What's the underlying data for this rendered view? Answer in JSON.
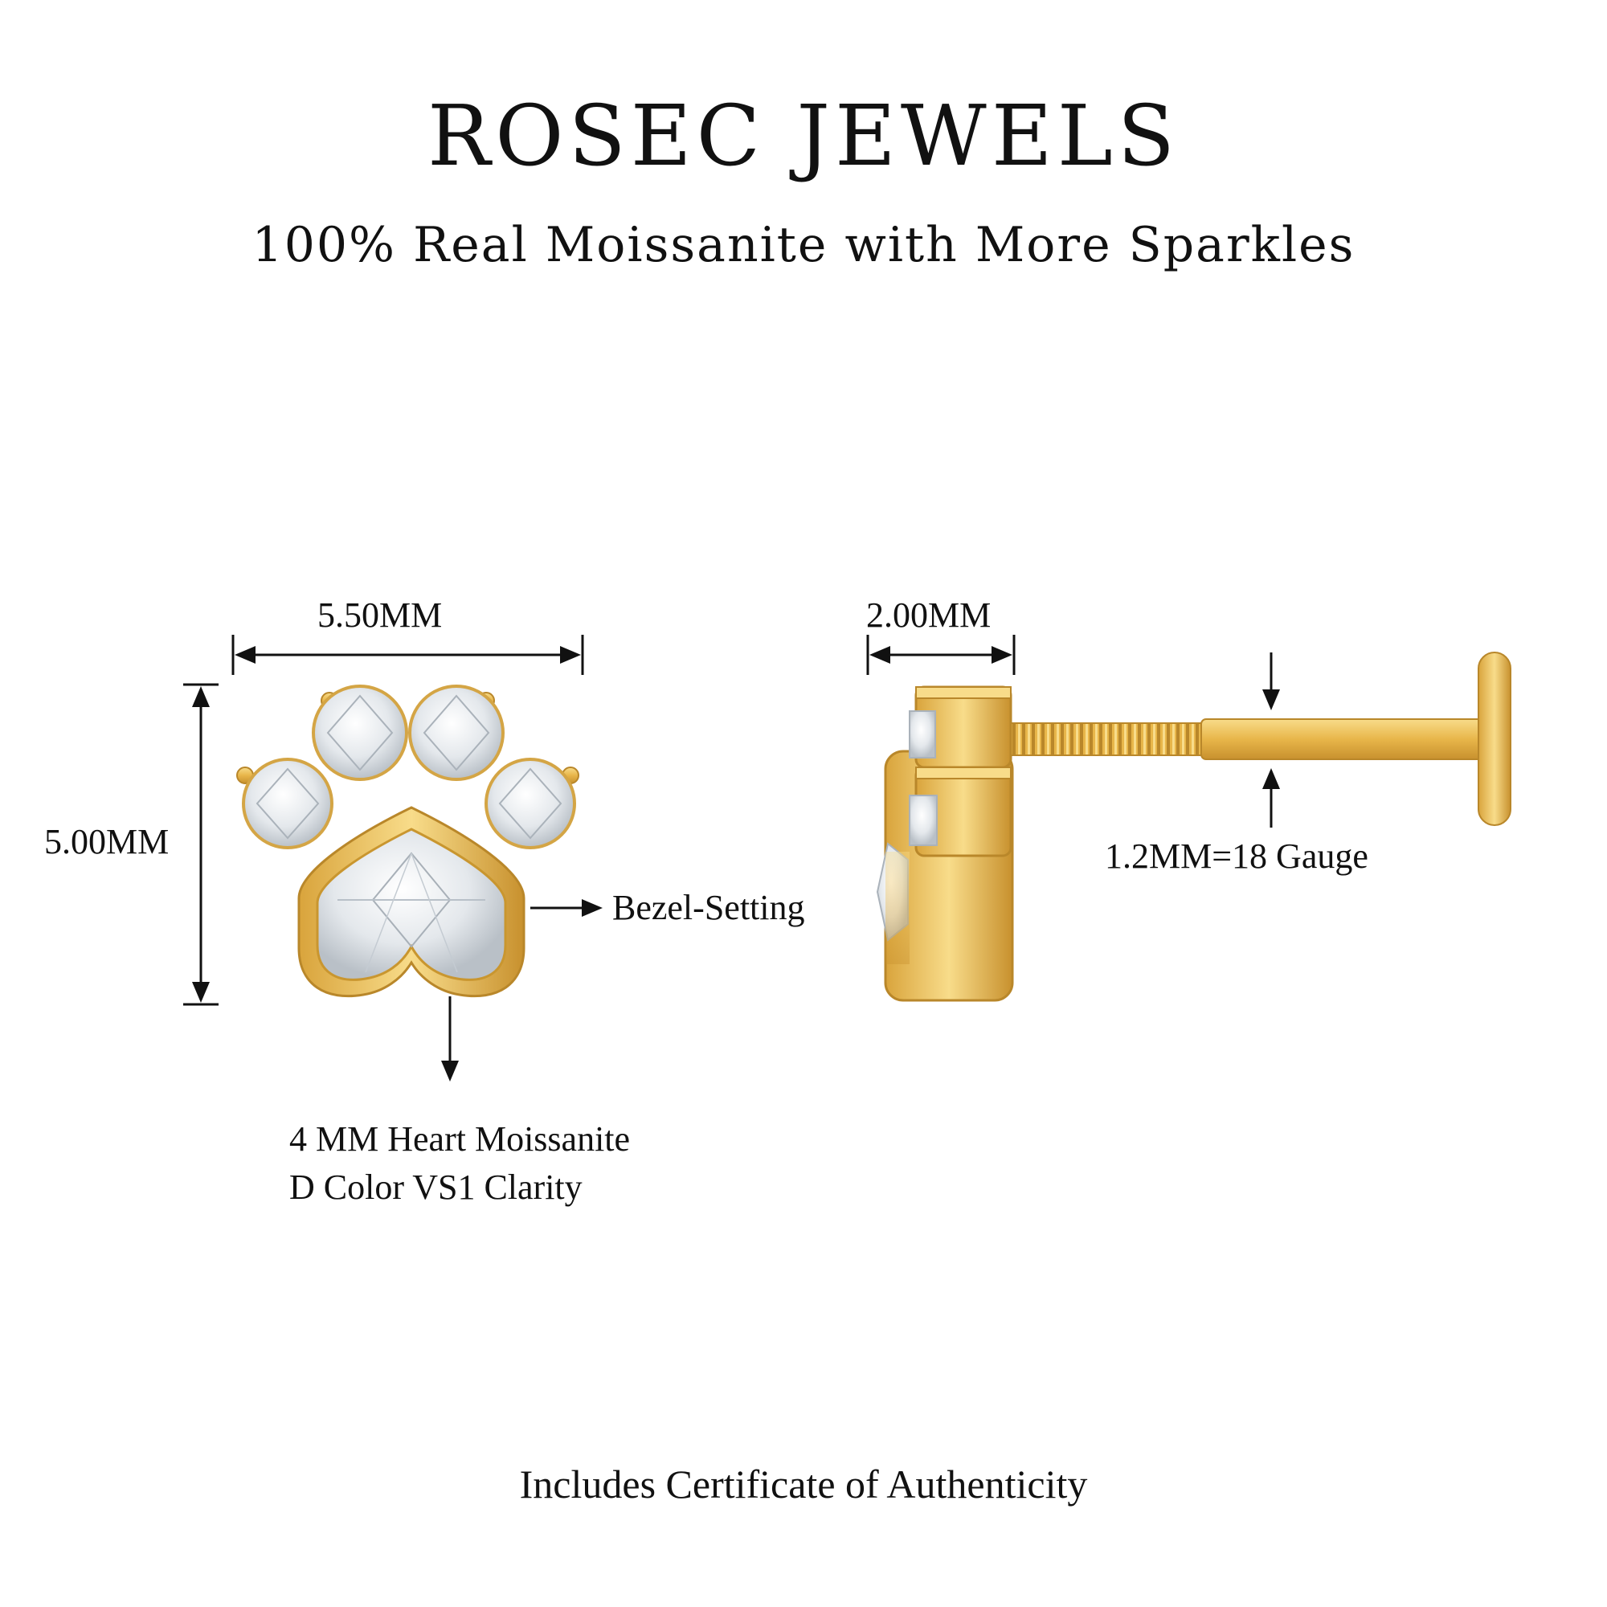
{
  "header": {
    "brand": "ROSEC JEWELS",
    "tagline": "100% Real Moissanite with More Sparkles"
  },
  "front_view": {
    "width_label": "5.50MM",
    "height_label": "5.00MM",
    "setting_label": "Bezel-Setting",
    "stone_label_line1": "4 MM Heart Moissanite",
    "stone_label_line2": "D Color VS1 Clarity"
  },
  "side_view": {
    "depth_label": "2.00MM",
    "gauge_label": "1.2MM=18 Gauge"
  },
  "footer": {
    "note": "Includes Certificate of Authenticity"
  },
  "colors": {
    "gold": "#e8b64a",
    "gold_light": "#f8dc8a",
    "gold_dark": "#b9872a",
    "stone": "#e9ecef",
    "ink": "#111111"
  }
}
